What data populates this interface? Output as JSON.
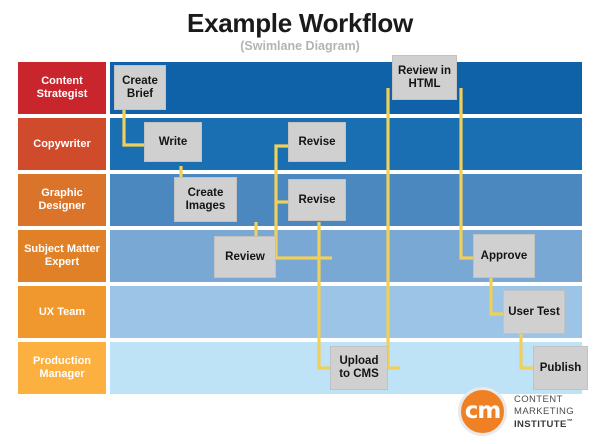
{
  "header": {
    "title": "Example Workflow",
    "subtitle": "(Swimlane Diagram)"
  },
  "diagram": {
    "type": "swimlane",
    "lanes": [
      {
        "label": "Content Strategist",
        "label_color": "#c9252c",
        "track_color": "#0f62a8"
      },
      {
        "label": "Copywriter",
        "label_color": "#cf4b2c",
        "track_color": "#1a6fb3"
      },
      {
        "label": "Graphic Designer",
        "label_color": "#db742b",
        "track_color": "#4a88bf"
      },
      {
        "label": "Subject Matter Expert",
        "label_color": "#e08128",
        "track_color": "#7aa8d4"
      },
      {
        "label": "UX Team",
        "label_color": "#f0982e",
        "track_color": "#9cc4e6"
      },
      {
        "label": "Production Manager",
        "label_color": "#fcb040",
        "track_color": "#bee2f6"
      }
    ],
    "tasks": [
      {
        "id": "create-brief",
        "label": "Create Brief",
        "lane": 0
      },
      {
        "id": "review-in-html",
        "label": "Review in HTML",
        "lane": 0
      },
      {
        "id": "write",
        "label": "Write",
        "lane": 1
      },
      {
        "id": "revise-copy",
        "label": "Revise",
        "lane": 1
      },
      {
        "id": "create-images",
        "label": "Create Images",
        "lane": 2
      },
      {
        "id": "revise-design",
        "label": "Revise",
        "lane": 2
      },
      {
        "id": "review",
        "label": "Review",
        "lane": 3
      },
      {
        "id": "approve",
        "label": "Approve",
        "lane": 3
      },
      {
        "id": "user-test",
        "label": "User Test",
        "lane": 4
      },
      {
        "id": "upload-to-cms",
        "label": "Upload to CMS",
        "lane": 5
      },
      {
        "id": "publish",
        "label": "Publish",
        "lane": 5
      }
    ],
    "connector_color": "#f0cf5a",
    "box_color": "#d0d0d0"
  },
  "logo": {
    "monogram": "cm",
    "line1": "CONTENT",
    "line2": "MARKETING",
    "line3": "INSTITUTE",
    "tm": "™",
    "brand_color": "#ef8023"
  }
}
